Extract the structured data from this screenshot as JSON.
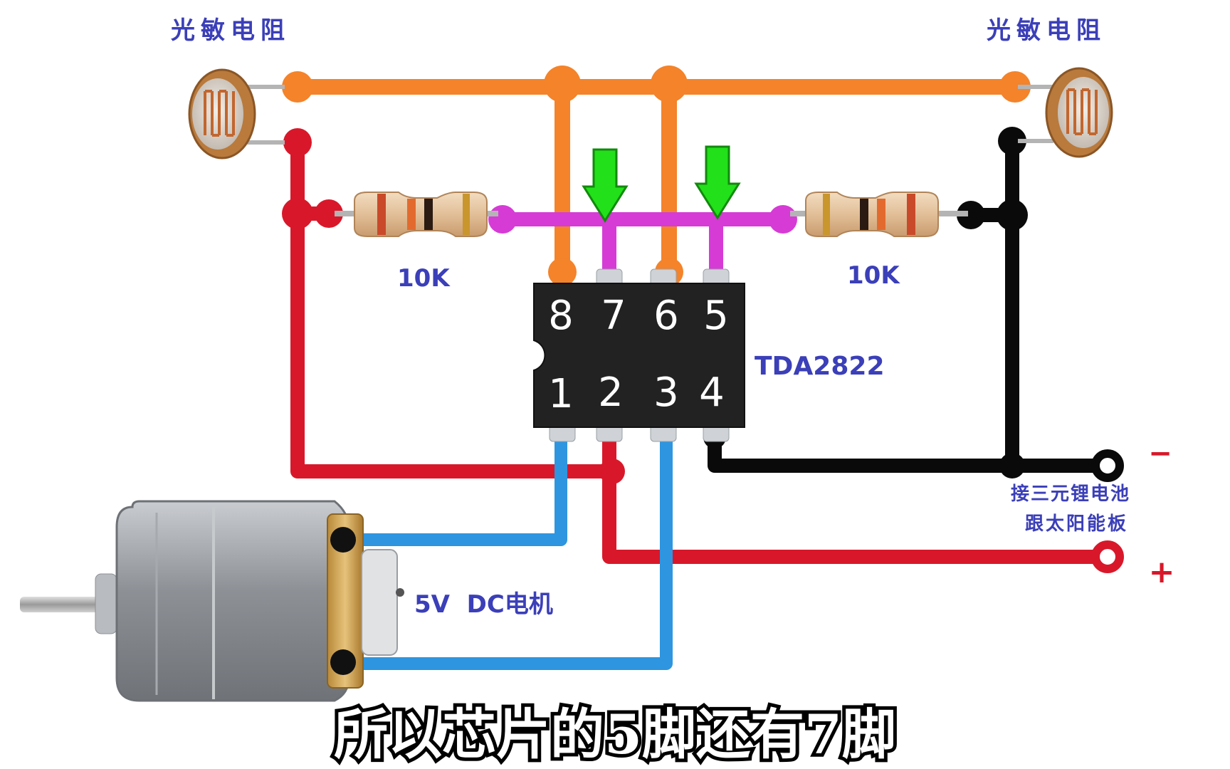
{
  "labels": {
    "ldr_left": "光敏电阻",
    "ldr_right": "光敏电阻",
    "res_left": "10K",
    "res_right": "10K",
    "chip": "TDA2822",
    "motor": "5V  DC电机",
    "battery_line1": "接三元锂电池",
    "battery_line2": "跟太阳能板",
    "minus": "−",
    "plus": "+"
  },
  "chip_pins": {
    "top": [
      "8",
      "7",
      "6",
      "5"
    ],
    "bottom": [
      "1",
      "2",
      "3",
      "4"
    ]
  },
  "subtitle": "所以芯片的5脚还有7脚",
  "colors": {
    "orange": "#f4832a",
    "red": "#d8182a",
    "magenta": "#d63bd6",
    "black": "#0a0a0a",
    "blue": "#2e95e0",
    "label_blue": "#3b3fb8",
    "arrow_green": "#22e01a",
    "chip_body": "#222222"
  },
  "icons": {
    "arrow": "down-arrow-icon"
  }
}
